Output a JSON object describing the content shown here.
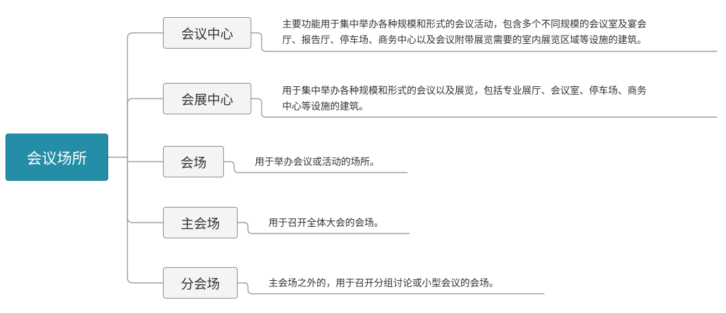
{
  "root": {
    "label": "会议场所"
  },
  "branches": [
    {
      "label": "会议中心",
      "desc_lines": [
        "主要功能用于集中举办各种规模和形式的会议活动，包含多个不同规模的会议室及宴会",
        "厅、报告厅、停车场、商务中心以及会议附带展览需要的室内展览区域等设施的建筑。"
      ]
    },
    {
      "label": "会展中心",
      "desc_lines": [
        "用于集中举办各种规模和形式的会议以及展览，包括专业展厅、会议室、停车场、商务",
        "中心等设施的建筑。"
      ]
    },
    {
      "label": "会场",
      "desc_lines": [
        "用于举办会议或活动的场所。"
      ]
    },
    {
      "label": "主会场",
      "desc_lines": [
        "用于召开全体大会的会场。"
      ]
    },
    {
      "label": "分会场",
      "desc_lines": [
        "主会场之外的，用于召开分组讨论或小型会议的会场。"
      ]
    }
  ],
  "colors": {
    "root_fill": "#248ea7",
    "topic_fill": "#f4f4f4",
    "line": "#8c8c8c",
    "text": "#333333"
  }
}
